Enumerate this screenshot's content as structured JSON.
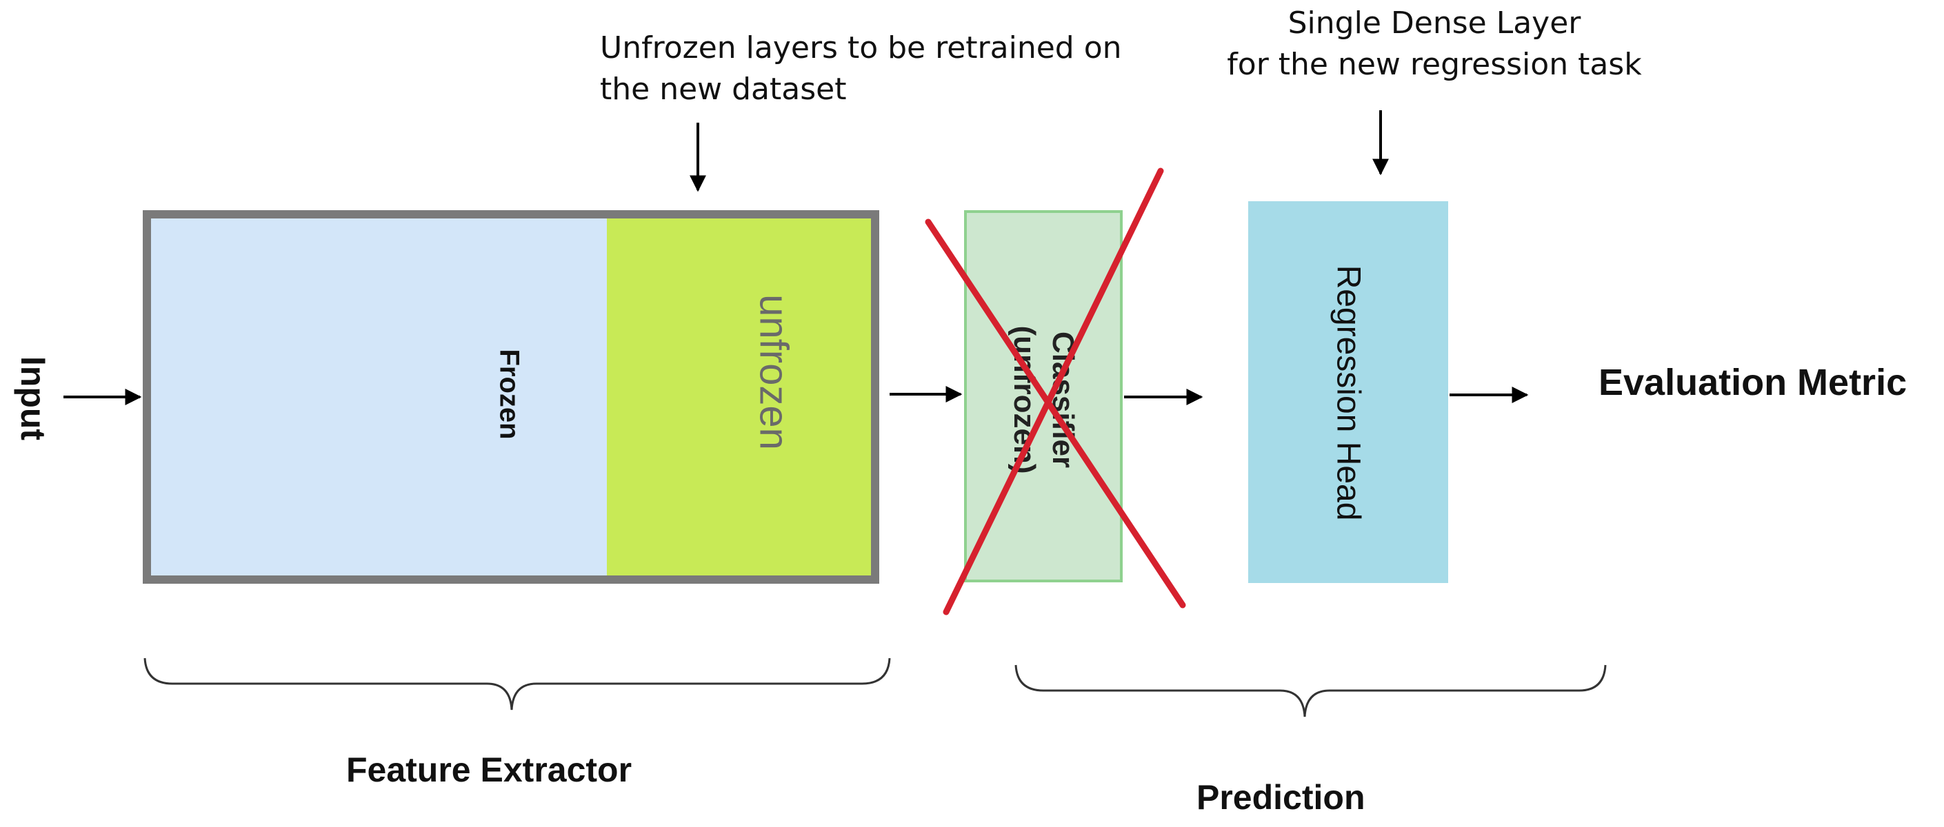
{
  "diagram": {
    "input_label": "Input",
    "frozen_label": "Frozen",
    "unfrozen_label": "unfrozen",
    "classifier_line1": "Classifier",
    "classifier_line2": "(unfrozen)",
    "regression_head_label": "Regression Head",
    "evaluation_label": "Evaluation Metric",
    "feature_extractor_label": "Feature Extractor",
    "prediction_label": "Prediction",
    "annotation_unfrozen_line1": "Unfrozen layers to be retrained on",
    "annotation_unfrozen_line2": "the new dataset",
    "annotation_dense_line1": "Single Dense Layer",
    "annotation_dense_line2": "for the new regression task"
  },
  "colors": {
    "frozen_fill": "#d3e6f9",
    "unfrozen_fill": "#c8ea56",
    "feature_border": "#7a7a7a",
    "classifier_fill": "#cde7cf",
    "classifier_border": "#8fd18f",
    "regression_fill": "#a6dbe8",
    "cross": "#d6212e"
  }
}
